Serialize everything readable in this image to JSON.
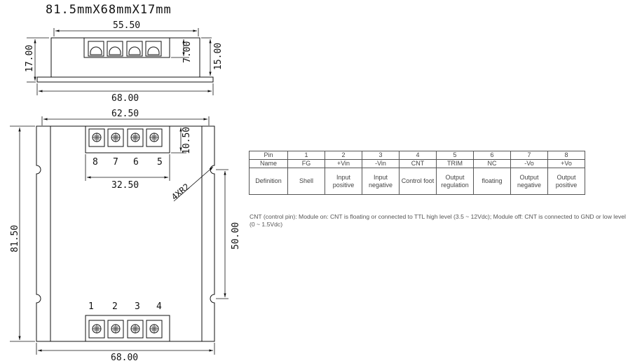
{
  "drawing": {
    "overall_size": "81.5mmX68mmX17mm",
    "side_view": {
      "terminal_width": "55.50",
      "height_total": "17.00",
      "terminal_height": "7.00",
      "body_height": "15.00",
      "base_width": "68.00"
    },
    "top_view": {
      "mount_span": "62.50",
      "terminal_depth": "10.50",
      "terminal_width": "32.50",
      "corner_radius": "4XR2",
      "length": "81.50",
      "slot_pitch": "50.00",
      "width": "68.00",
      "output_pins": [
        "8",
        "7",
        "6",
        "5"
      ],
      "input_pins": [
        "1",
        "2",
        "3",
        "4"
      ]
    }
  },
  "pin_table": {
    "header": [
      "Pin",
      "1",
      "2",
      "3",
      "4",
      "5",
      "6",
      "7",
      "8"
    ],
    "names": [
      "Name",
      "FG",
      "+Vin",
      "-Vin",
      "CNT",
      "TRIM",
      "NC",
      "-Vo",
      "+Vo"
    ],
    "definitions": [
      "Definition",
      "Shell",
      "Input positive",
      "Input negative",
      "Control foot",
      "Output regulation",
      "floating",
      "Output negative",
      "Output positive"
    ]
  },
  "note": "CNT (control pin): Module on: CNT is floating or connected to TTL high level (3.5 ~ 12Vdc); Module off: CNT is connected to GND or low level (0 ~ 1.5Vdc)"
}
